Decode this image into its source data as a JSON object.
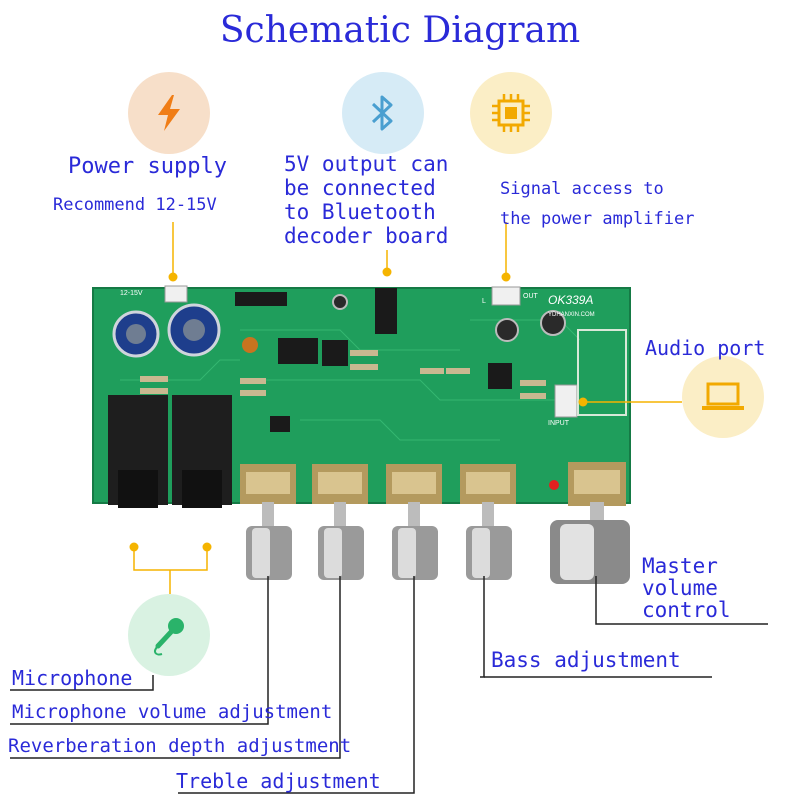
{
  "title": "Schematic Diagram",
  "power": {
    "label": "Power supply",
    "note": "Recommend 12-15V",
    "icon": "lightning-icon",
    "color": "#f7dfc9"
  },
  "bluetooth": {
    "lines": [
      "5V output can",
      "be connected",
      "to Bluetooth",
      "decoder board"
    ],
    "icon": "bluetooth-icon",
    "color": "#d6ebf6"
  },
  "signal": {
    "lines": [
      "Signal access to",
      "the power amplifier"
    ],
    "icon": "chip-icon",
    "color": "#fbeec6"
  },
  "audio": {
    "label": "Audio port",
    "icon": "laptop-icon",
    "color": "#fbeec6"
  },
  "master": {
    "lines": [
      "Master",
      "volume",
      "control"
    ]
  },
  "bass": {
    "label": "Bass adjustment"
  },
  "mic": {
    "label": "Microphone",
    "icon": "microphone-icon",
    "color": "#d9f2e2"
  },
  "mic_volume": {
    "label": "Microphone volume adjustment"
  },
  "reverb": {
    "label": "Reverberation depth adjustment"
  },
  "treble": {
    "label": "Treble adjustment"
  },
  "board": {
    "model": "OK339A",
    "site": "YDHANXIN.COM",
    "input": "INPUT",
    "out": "OUT",
    "pin_l": "L",
    "voltage": "12-15V",
    "color": "#1f9e5c",
    "connector_color": "#f5b400",
    "line_color": "#222222"
  }
}
